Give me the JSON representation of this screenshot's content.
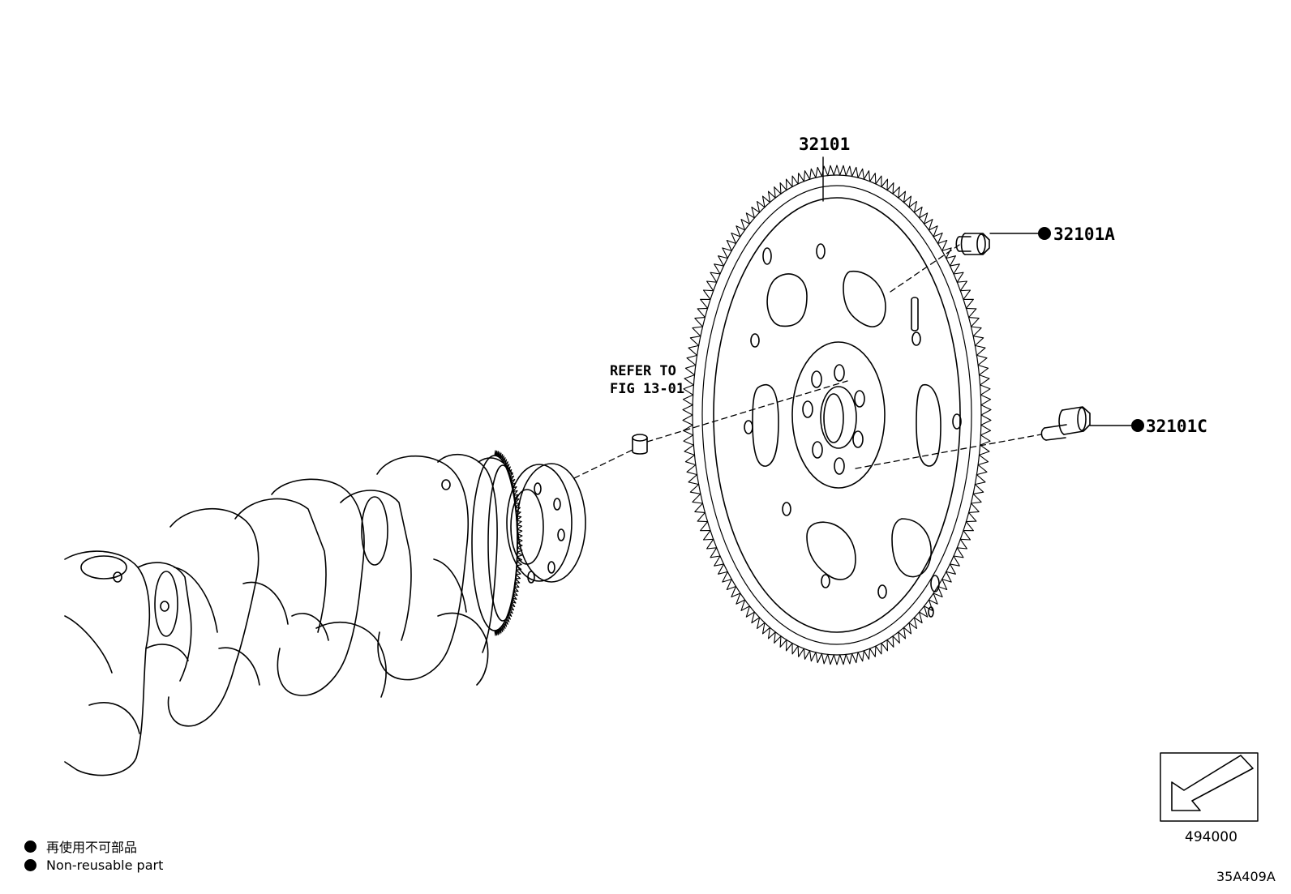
{
  "labels": {
    "flywheel": "32101",
    "bolt_a": "32101A",
    "bolt_c": "32101C",
    "refer_line1": "REFER TO",
    "refer_line2": "FIG 13-01",
    "ref_box_code": "494000",
    "figure_code": "35A409A"
  },
  "legend": {
    "japanese": "再使用不可部品",
    "english": "Non-reusable part"
  }
}
